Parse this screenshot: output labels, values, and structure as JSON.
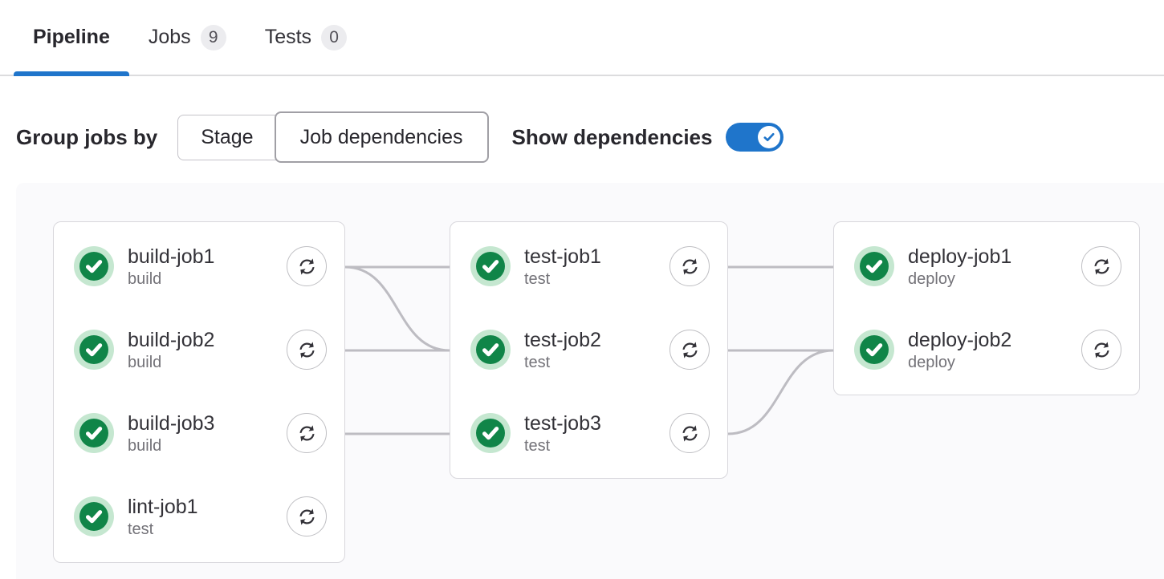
{
  "tabs": {
    "pipeline": {
      "label": "Pipeline"
    },
    "jobs": {
      "label": "Jobs",
      "count": "9"
    },
    "tests": {
      "label": "Tests",
      "count": "0"
    }
  },
  "controls": {
    "group_jobs_by_label": "Group jobs by",
    "stage_button": "Stage",
    "job_dependencies_button": "Job dependencies",
    "job_dependencies_selected": true,
    "show_dependencies_label": "Show dependencies",
    "show_dependencies_enabled": true
  },
  "graph": {
    "columns": [
      {
        "jobs": [
          {
            "name": "build-job1",
            "stage": "build",
            "status": "success"
          },
          {
            "name": "build-job2",
            "stage": "build",
            "status": "success"
          },
          {
            "name": "build-job3",
            "stage": "build",
            "status": "success"
          },
          {
            "name": "lint-job1",
            "stage": "test",
            "status": "success"
          }
        ]
      },
      {
        "jobs": [
          {
            "name": "test-job1",
            "stage": "test",
            "status": "success"
          },
          {
            "name": "test-job2",
            "stage": "test",
            "status": "success"
          },
          {
            "name": "test-job3",
            "stage": "test",
            "status": "success"
          }
        ]
      },
      {
        "jobs": [
          {
            "name": "deploy-job1",
            "stage": "deploy",
            "status": "success"
          },
          {
            "name": "deploy-job2",
            "stage": "deploy",
            "status": "success"
          }
        ]
      }
    ],
    "dependencies": [
      {
        "from": "build-job1",
        "to": "test-job1"
      },
      {
        "from": "build-job1",
        "to": "test-job2"
      },
      {
        "from": "build-job2",
        "to": "test-job2"
      },
      {
        "from": "build-job3",
        "to": "test-job3"
      },
      {
        "from": "test-job1",
        "to": "deploy-job1"
      },
      {
        "from": "test-job2",
        "to": "deploy-job2"
      },
      {
        "from": "test-job3",
        "to": "deploy-job2"
      }
    ]
  },
  "colors": {
    "accent_blue": "#1f75cb",
    "success_green": "#108548",
    "success_halo": "#c5e7d0",
    "connector_gray": "#bdbcc2"
  }
}
